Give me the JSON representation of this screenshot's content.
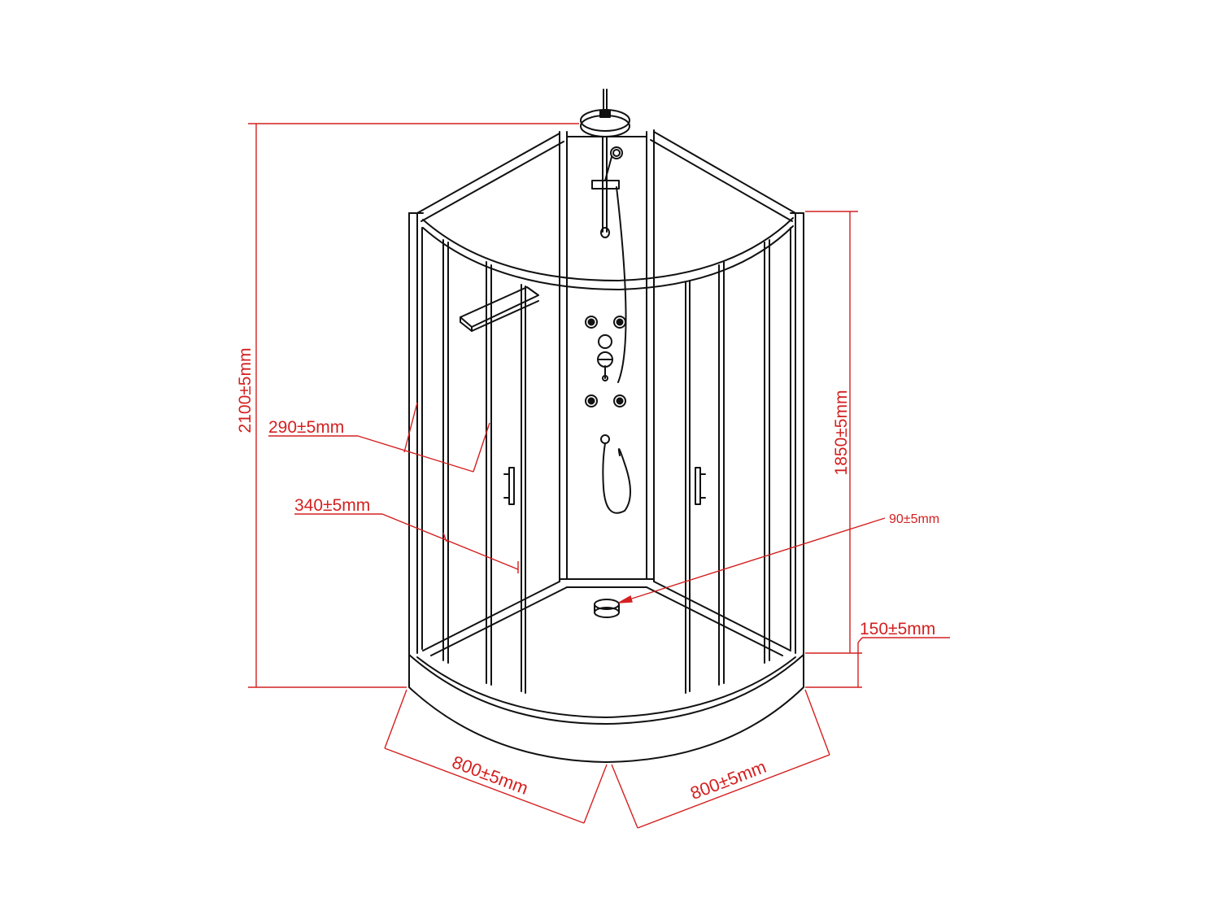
{
  "colors": {
    "dimension": "#d42020",
    "linework": "#111111",
    "background": "#ffffff"
  },
  "dimensions": {
    "total_height": "2100±5mm",
    "panel_height": "1850±5mm",
    "door_width_inner": "290±5mm",
    "door_width_outer": "340±5mm",
    "drain": "90±5mm",
    "tray_height": "150±5mm",
    "width_left": "800±5mm",
    "width_right": "800±5mm"
  },
  "icons": {
    "rain_shower": "rain-shower-head-icon",
    "hand_shower": "hand-shower-icon",
    "shelf": "corner-shelf-icon",
    "massage_jet": "massage-jet-icon",
    "mixer": "mixer-valve-icon",
    "drain": "drain-icon",
    "handle": "door-handle-icon"
  }
}
